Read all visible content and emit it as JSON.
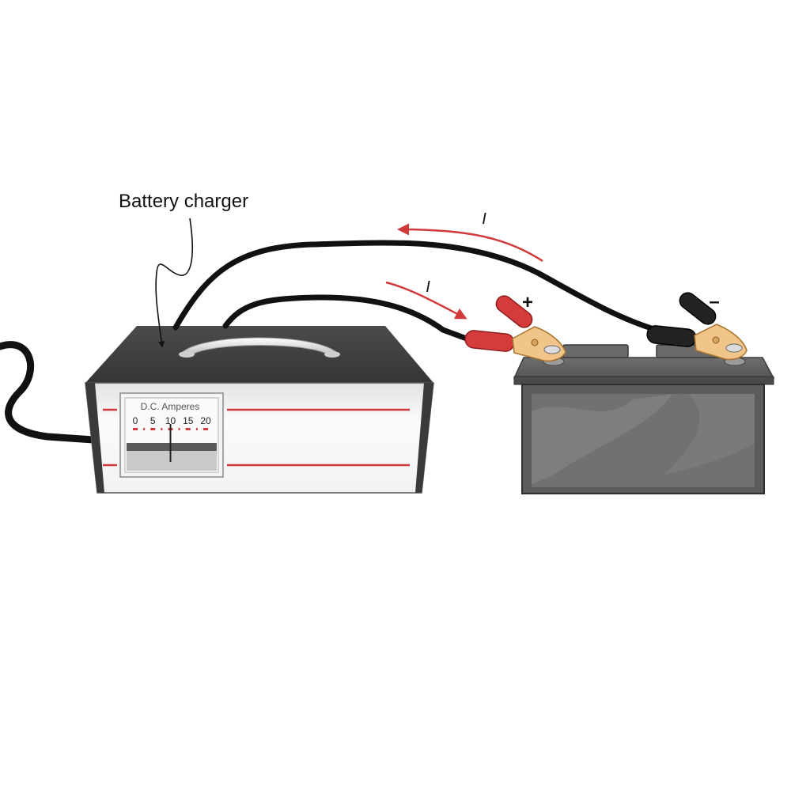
{
  "callout": {
    "label": "Battery charger"
  },
  "meter": {
    "title": "D.C. Amperes",
    "scale": [
      "0",
      "5",
      "10",
      "15",
      "20"
    ],
    "reading_amperes": 10
  },
  "current": {
    "upper_label": "I",
    "lower_label": "I"
  },
  "terminals": {
    "positive": "+",
    "negative": "–"
  },
  "colors": {
    "current_arrow": "#d13a3a",
    "positive_clamp": "#d63b3b",
    "negative_clamp": "#222222",
    "cable": "#111111",
    "clamp_jaw": "#f1c48a"
  }
}
